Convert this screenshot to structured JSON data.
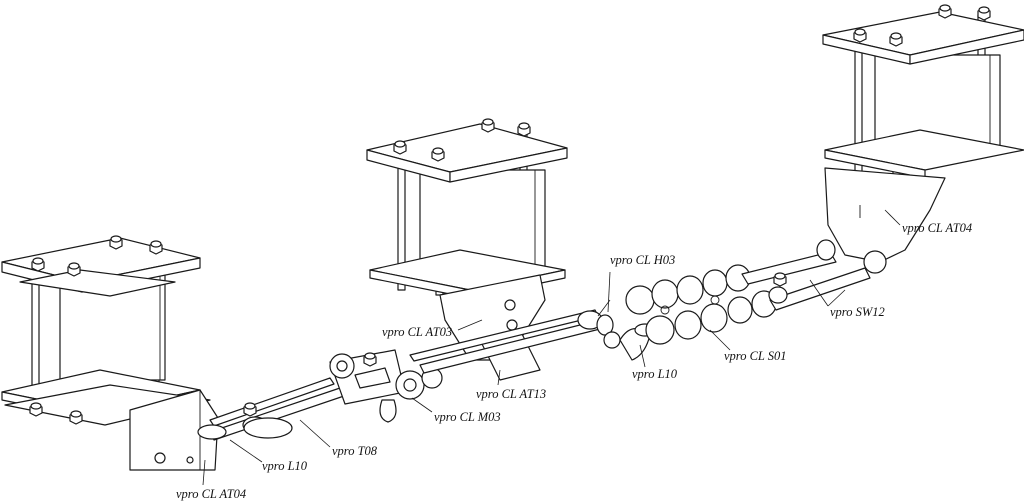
{
  "colors": {
    "line": "#1a1a1a",
    "background": "#ffffff"
  },
  "labels": {
    "at04_left": "vpro CL AT04",
    "l10_left": "vpro L10",
    "t08": "vpro T08",
    "m03": "vpro CL M03",
    "at13": "vpro CL AT13",
    "at03": "vpro CL AT03",
    "h03": "vpro  CL H03",
    "l10_mid": "vpro L10",
    "s01": "vpro  CL S01",
    "sw12": "vpro  SW12",
    "at04_right": "vpro CL AT04"
  }
}
